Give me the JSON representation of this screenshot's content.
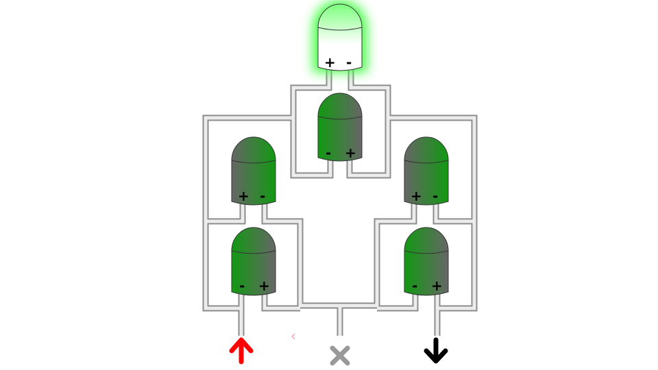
{
  "title": "",
  "circuit": {
    "wire_colors": {
      "outer": "#8c8c8c",
      "inner": "#ececec"
    },
    "leds": [
      {
        "id": "top",
        "state": "lit",
        "colors": {
          "glow": "#39ff39",
          "body_light": "#ffffff",
          "body_dark": "#7cff7c"
        },
        "pins": [
          "+",
          "-"
        ]
      },
      {
        "id": "center",
        "state": "off",
        "colors": {
          "green": "#119911",
          "grey": "#666666"
        },
        "pins": [
          "-",
          "+"
        ]
      },
      {
        "id": "left-upper",
        "state": "off",
        "colors": {
          "green": "#119911",
          "grey": "#666666"
        },
        "pins": [
          "+",
          "-"
        ]
      },
      {
        "id": "right-upper",
        "state": "off",
        "colors": {
          "green": "#119911",
          "grey": "#666666"
        },
        "pins": [
          "+",
          "-"
        ]
      },
      {
        "id": "left-lower",
        "state": "off",
        "colors": {
          "green": "#119911",
          "grey": "#666666"
        },
        "pins": [
          "-",
          "+"
        ]
      },
      {
        "id": "right-lower",
        "state": "off",
        "colors": {
          "green": "#119911",
          "grey": "#666666"
        },
        "pins": [
          "-",
          "+"
        ]
      }
    ]
  },
  "controls": {
    "up_arrow": {
      "icon": "arrow-up-icon",
      "color": "#ff0000"
    },
    "cross": {
      "icon": "close-icon",
      "color": "#999999"
    },
    "down_arrow": {
      "icon": "arrow-down-icon",
      "color": "#000000"
    },
    "small_chevron": {
      "icon": "chevron-left-icon",
      "color": "#ff8fa3"
    }
  }
}
